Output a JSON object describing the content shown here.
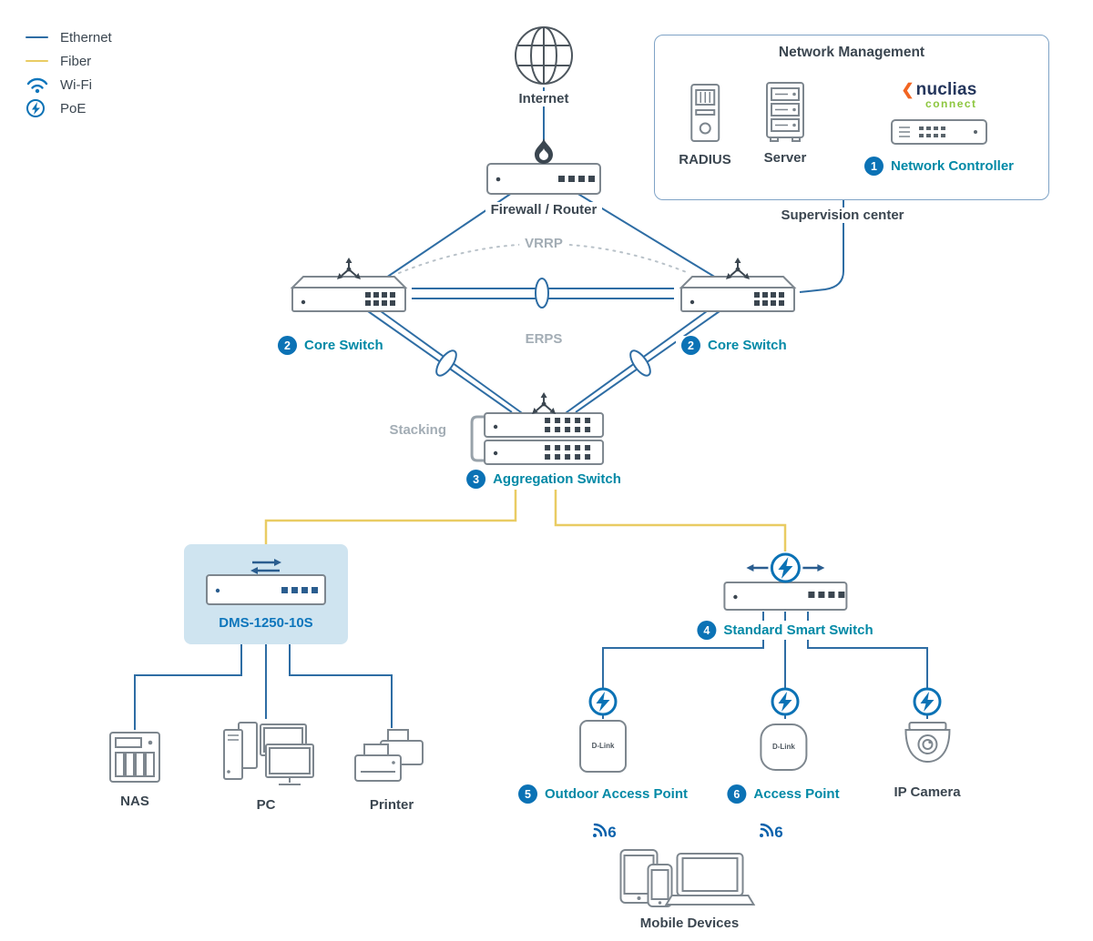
{
  "colors": {
    "ethernet": "#2e6da4",
    "fiber": "#e9cc63",
    "teal_label": "#0289a6",
    "badge_blue": "#0b72b5",
    "dark_text": "#3b4650",
    "muted_label": "#a3adb5",
    "device_stroke": "#7d868e",
    "highlight": "#cfe4f0"
  },
  "legend": {
    "ethernet": "Ethernet",
    "fiber": "Fiber",
    "wifi": "Wi-Fi",
    "poe": "PoE"
  },
  "nodes": {
    "internet": {
      "label": "Internet"
    },
    "firewall": {
      "label": "Firewall / Router"
    },
    "management": {
      "title": "Network Management",
      "radius_label": "RADIUS",
      "server_label": "Server",
      "controller_num": "1",
      "controller_label": "Network Controller",
      "brand_chevron": "❮",
      "brand_name": "nuclias",
      "brand_sub": "connect"
    },
    "supervision": {
      "label": "Supervision center"
    },
    "core_left": {
      "num": "2",
      "label": "Core Switch"
    },
    "core_right": {
      "num": "2",
      "label": "Core Switch"
    },
    "links": {
      "vrrp": "VRRP",
      "erps": "ERPS",
      "stacking": "Stacking"
    },
    "aggregation": {
      "num": "3",
      "label": "Aggregation Switch"
    },
    "dms": {
      "label": "DMS-1250-10S"
    },
    "smart_switch": {
      "num": "4",
      "label": "Standard Smart Switch"
    },
    "nas": {
      "label": "NAS"
    },
    "pc": {
      "label": "PC"
    },
    "printer": {
      "label": "Printer"
    },
    "outdoor_ap": {
      "num": "5",
      "label": "Outdoor Access Point",
      "brand": "D-Link"
    },
    "access_point": {
      "num": "6",
      "label": "Access Point",
      "brand": "D-Link"
    },
    "ip_camera": {
      "label": "IP Camera"
    },
    "mobile": {
      "label": "Mobile Devices"
    },
    "wifi6_left": {
      "label": "6"
    },
    "wifi6_right": {
      "label": "6"
    }
  }
}
